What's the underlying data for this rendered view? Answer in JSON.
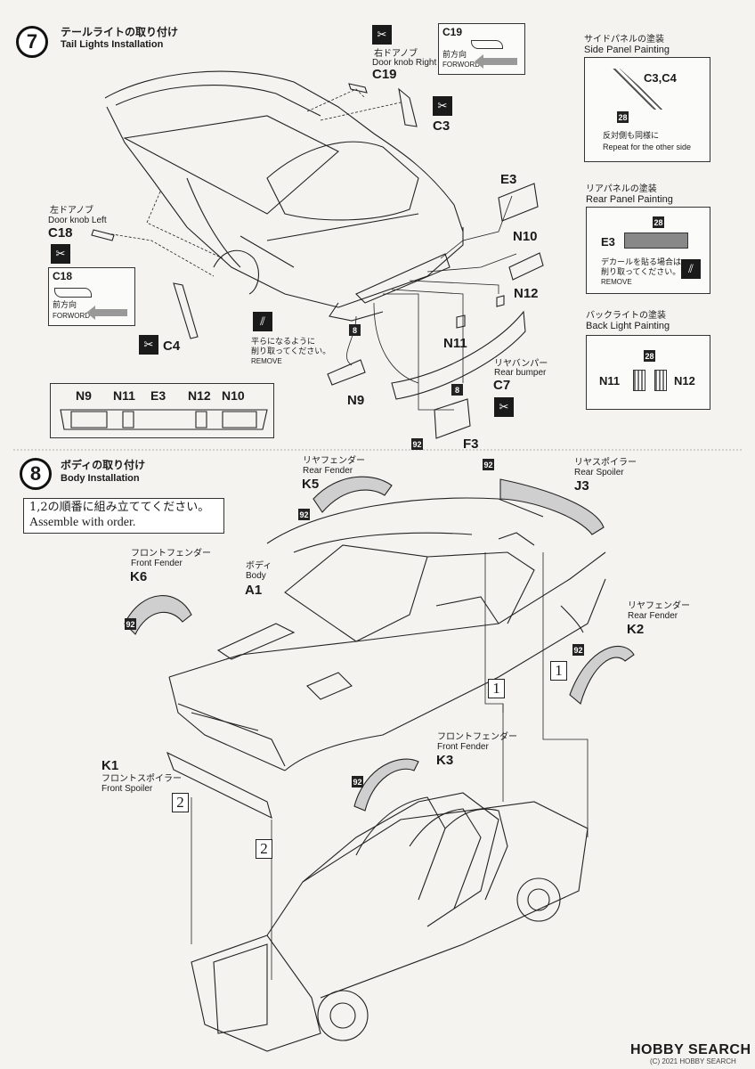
{
  "watermark": "2021",
  "step7": {
    "number": "7",
    "title_jp": "テールライトの取り付け",
    "title_en": "Tail Lights Installation",
    "door_knob_right_jp": "右ドアノブ",
    "door_knob_right_en": "Door knob Right",
    "c19": "C19",
    "c3": "C3",
    "door_knob_left_jp": "左ドアノブ",
    "door_knob_left_en": "Door knob Left",
    "c18": "C18",
    "c4": "C4",
    "forward_jp": "前方向",
    "forward_en": "FORWORD",
    "remove_jp_1": "平らになるように",
    "remove_jp_2": "削り取ってください。",
    "remove_en": "REMOVE",
    "paint_8": "8",
    "paint_28": "28",
    "paint_92": "92",
    "e3": "E3",
    "n10": "N10",
    "n12": "N12",
    "n11": "N11",
    "n9": "N9",
    "c7": "C7",
    "f3": "F3",
    "rear_bumper_jp": "リヤバンパー",
    "rear_bumper_en": "Rear bumper",
    "side_panel": {
      "title_jp": "サイドパネルの塗装",
      "title_en": "Side Panel Painting",
      "parts": "C3,C4",
      "paint": "28",
      "note_jp": "反対側も同様に",
      "note_en": "Repeat for the other side"
    },
    "rear_panel": {
      "title_jp": "リアパネルの塗装",
      "title_en": "Rear Panel Painting",
      "part": "E3",
      "paint": "28",
      "note_jp_1": "デカールを貼る場合は",
      "note_jp_2": "削り取ってください。",
      "note_en": "REMOVE"
    },
    "back_light": {
      "title_jp": "バックライトの塗装",
      "title_en": "Back Light Painting",
      "paint": "28",
      "left": "N11",
      "right": "N12"
    },
    "taillight_labels": [
      "N9",
      "N11",
      "E3",
      "N12",
      "N10"
    ]
  },
  "step8": {
    "number": "8",
    "title_jp": "ボディの取り付け",
    "title_en": "Body Installation",
    "order_jp": "1,2の順番に組み立ててください。",
    "order_en": "Assemble with order.",
    "rear_fender_jp": "リヤフェンダー",
    "rear_fender_en": "Rear Fender",
    "k5": "K5",
    "k2": "K2",
    "rear_spoiler_jp": "リヤスポイラー",
    "rear_spoiler_en": "Rear Spoiler",
    "j3": "J3",
    "front_fender_jp": "フロントフェンダー",
    "front_fender_en": "Front Fender",
    "k6": "K6",
    "k3": "K3",
    "body_jp": "ボディ",
    "body_en": "Body",
    "a1": "A1",
    "k1": "K1",
    "front_spoiler_jp": "フロントスポイラー",
    "front_spoiler_en": "Front Spoiler",
    "paint_92": "92",
    "order_1": "1",
    "order_2": "2"
  },
  "footer": {
    "brand": "HOBBY SEARCH",
    "copyright": "(C) 2021 HOBBY SEARCH"
  }
}
